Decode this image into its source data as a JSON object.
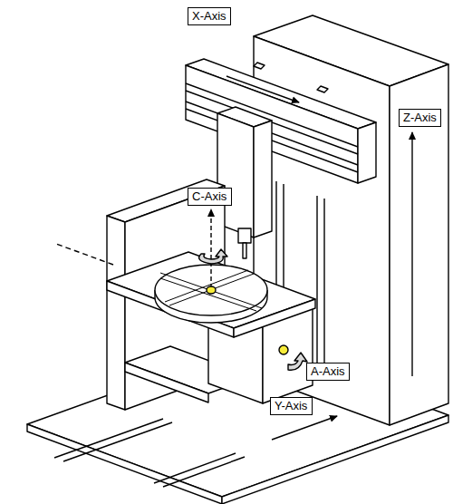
{
  "diagram": {
    "nodes": [
      {
        "text": [
          "X-Axis"
        ]
      },
      {
        "text": [
          "Z-Axis"
        ]
      },
      {
        "text": [
          "C-Axis"
        ]
      },
      {
        "text": [
          "A-Axis"
        ]
      },
      {
        "text": [
          "Y-Axis"
        ]
      }
    ]
  }
}
